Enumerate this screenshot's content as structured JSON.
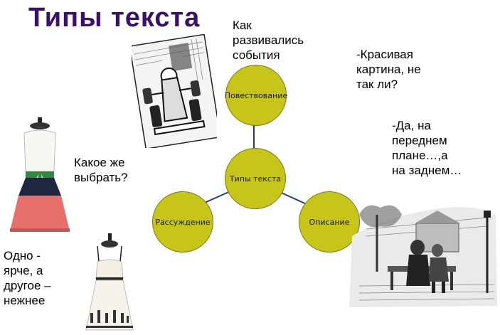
{
  "title": "Типы текста",
  "diagram": {
    "center": "Типы текста",
    "top": "Повествование",
    "left": "Рассуждение",
    "right": "Описание"
  },
  "notes": {
    "top": "Как\nразвивались\nсобытия",
    "right_top": "-Красивая\nкартина, не\nтак ли?",
    "right_mid": "-Да, на\nпереднем\nплане…,а\nна заднем…",
    "left_mid": "Какое же\nвыбрать?",
    "left_bottom": "Одно -\nярче, а\nдругое –\nнежнее"
  },
  "colors": {
    "node": "#c7c41a",
    "title": "#3b0f6b"
  },
  "images": [
    "racecar-sketch",
    "dress-colored",
    "dress-white",
    "park-bench-engraving"
  ]
}
